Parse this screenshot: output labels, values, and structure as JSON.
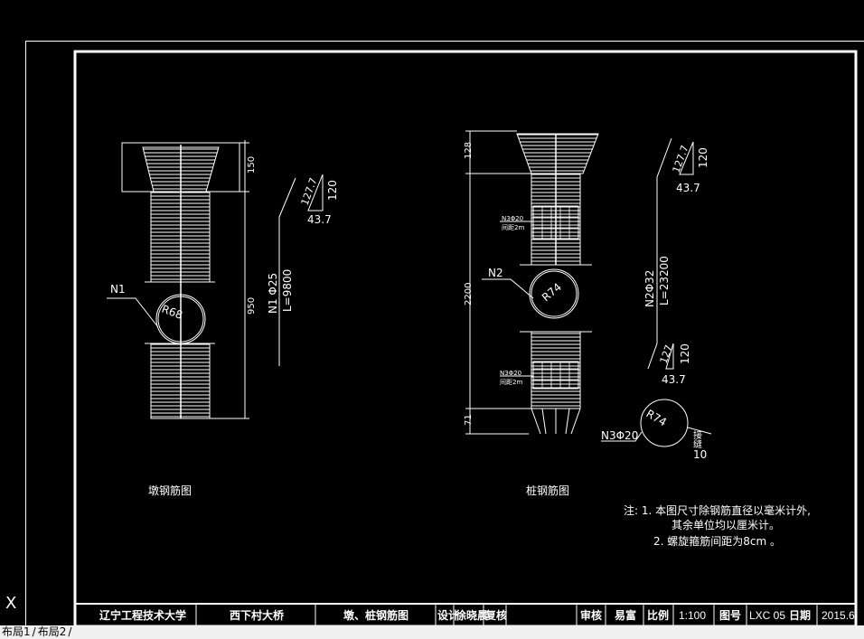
{
  "drawing": {
    "pier": {
      "caption": "墩钢筋图",
      "dim_top": "150",
      "dim_total": "950",
      "bar_label": "N1",
      "ring_radius": "R68",
      "bar_spec": "N1 Φ25",
      "bar_length": "L=9800",
      "bend": {
        "hyp": "127.7",
        "rise": "120",
        "run": "43.7"
      }
    },
    "pile": {
      "caption": "桩钢筋图",
      "dim_top": "128",
      "dim_mid": "2200",
      "dim_bottom": "71",
      "bar_label": "N2",
      "ring_radius": "R74",
      "stirrup_label_1": "N3Φ20",
      "stirrup_sub_1": "间距2m",
      "stirrup_label_2": "N3Φ20",
      "stirrup_sub_2": "间距2m",
      "bar_spec": "N2Φ32",
      "bar_length": "L=23200",
      "bend_top": {
        "hyp": "127.7",
        "rise": "120",
        "run": "43.7"
      },
      "bend_bottom": {
        "hyp": "127",
        "rise": "120",
        "run": "43.7"
      },
      "n3_label": "N3Φ20",
      "n3_radius": "R74",
      "seam_label": "接缝",
      "seam_value": "10"
    },
    "notes": {
      "line1": "注: 1. 本图尺寸除钢筋直径以毫米计外,",
      "line2": "其余单位均以厘米计。",
      "line3": "2. 螺旋箍筋间距为8cm 。"
    }
  },
  "title_block": {
    "school": "辽宁工程技术大学",
    "project": "西下村大桥",
    "drawing_name": "墩、桩钢筋图",
    "design_label": "设计",
    "designer": "徐晓晨",
    "check_label": "复核",
    "checker": "",
    "review_label": "审核",
    "reviewer": "易富",
    "scale_label": "比例",
    "scale": "1:100",
    "drawing_no_label": "图号",
    "drawing_no": "LXC 05",
    "date_label": "日期",
    "date": "2015.6"
  },
  "ucs_axis": "X",
  "layout_tabs": [
    "布局1",
    "布局2"
  ],
  "colors": {
    "background": "#000000",
    "lines": "#ffffff",
    "tab_bar": "#f0f0f0"
  }
}
